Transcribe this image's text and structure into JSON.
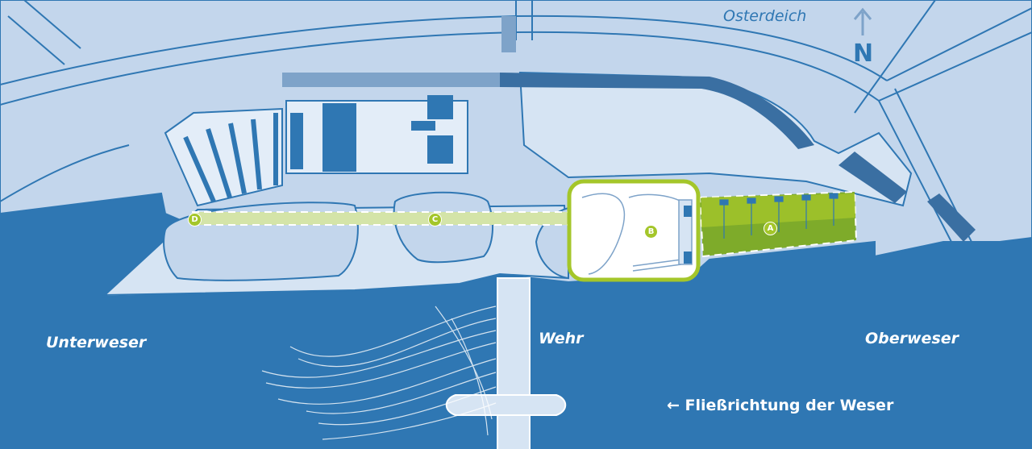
{
  "labels": {
    "street": "Osterdeich",
    "north": "N",
    "downstream": "Unterweser",
    "upstream": "Oberweser",
    "weir": "Wehr",
    "flow_direction": "← Fließrichtung der Weser"
  },
  "markers": {
    "a": "A",
    "b": "B",
    "c": "C",
    "d": "D"
  },
  "colors": {
    "water": "#2f77b3",
    "land": "#c3d6ec",
    "pavement": "#e3edf8",
    "outline": "#2f77b3",
    "highlight": "#a4c62a",
    "route_band": "#d4e4a8"
  },
  "icons": [
    "north-arrow-icon",
    "left-arrow-icon"
  ]
}
